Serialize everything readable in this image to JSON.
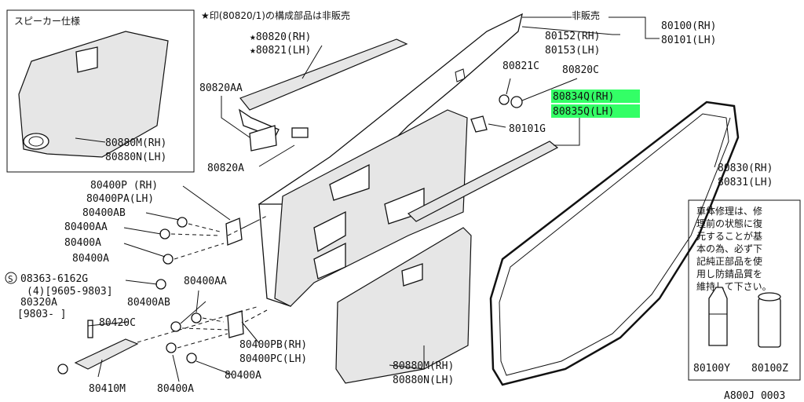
{
  "note_top": "★印(80820/1)の構成部品は非販売",
  "speaker_box": {
    "title": "スピーカー仕様",
    "labels": [
      "80880M(RH)",
      "80880N(LH)"
    ]
  },
  "labels": {
    "hi_hanbai": "非販売",
    "l80100_rh": "80100(RH)",
    "l80101_lh": "80101(LH)",
    "l80152_rh": "80152(RH)",
    "l80153_lh": "80153(LH)",
    "l80820_rh": "★80820(RH)",
    "l80821_lh": "★80821(LH)",
    "l80821c": "80821C",
    "l80820c": "80820C",
    "l80834q_rh": "80834Q(RH)",
    "l80835q_lh": "80835Q(LH)",
    "l80101g": "80101G",
    "l80820aa": "80820AA",
    "l80820a": "80820A",
    "l80830_rh": "80830(RH)",
    "l80831_lh": "80831(LH)",
    "l80400p_rh": "80400P (RH)",
    "l80400pa_lh": "80400PA(LH)",
    "l80400ab_1": "80400AB",
    "l80400aa_1": "80400AA",
    "l80400a_1": "80400A",
    "l80400a_2": "80400A",
    "l08363": "08363-6162G",
    "l08363_qty": "(4)[9605-9803]",
    "l80320a": "80320A",
    "l80320a_date": "[9803-   ]",
    "l80420c": "80420C",
    "l80400aa_2": "80400AA",
    "l80400ab_2": "80400AB",
    "l80400pb_rh": "80400PB(RH)",
    "l80400pc_lh": "80400PC(LH)",
    "l80400a_3": "80400A",
    "l80410m": "80410M",
    "l80400a_4": "80400A",
    "l80880m_rh": "80880M(RH)",
    "l80880n_lh": "80880N(LH)",
    "s_mark": "S"
  },
  "repair_box": {
    "lines": [
      "車体修理は、修",
      "理前の状態に復",
      "元することが基",
      "本の為、必ず下",
      "記純正部品を使",
      "用し防錆品質を",
      "維持して下さい。"
    ],
    "item1": "80100Y",
    "item2": "80100Z"
  },
  "footer_code": "A800J 0003",
  "colors": {
    "highlight": "#33ff66",
    "ink": "#111111"
  }
}
